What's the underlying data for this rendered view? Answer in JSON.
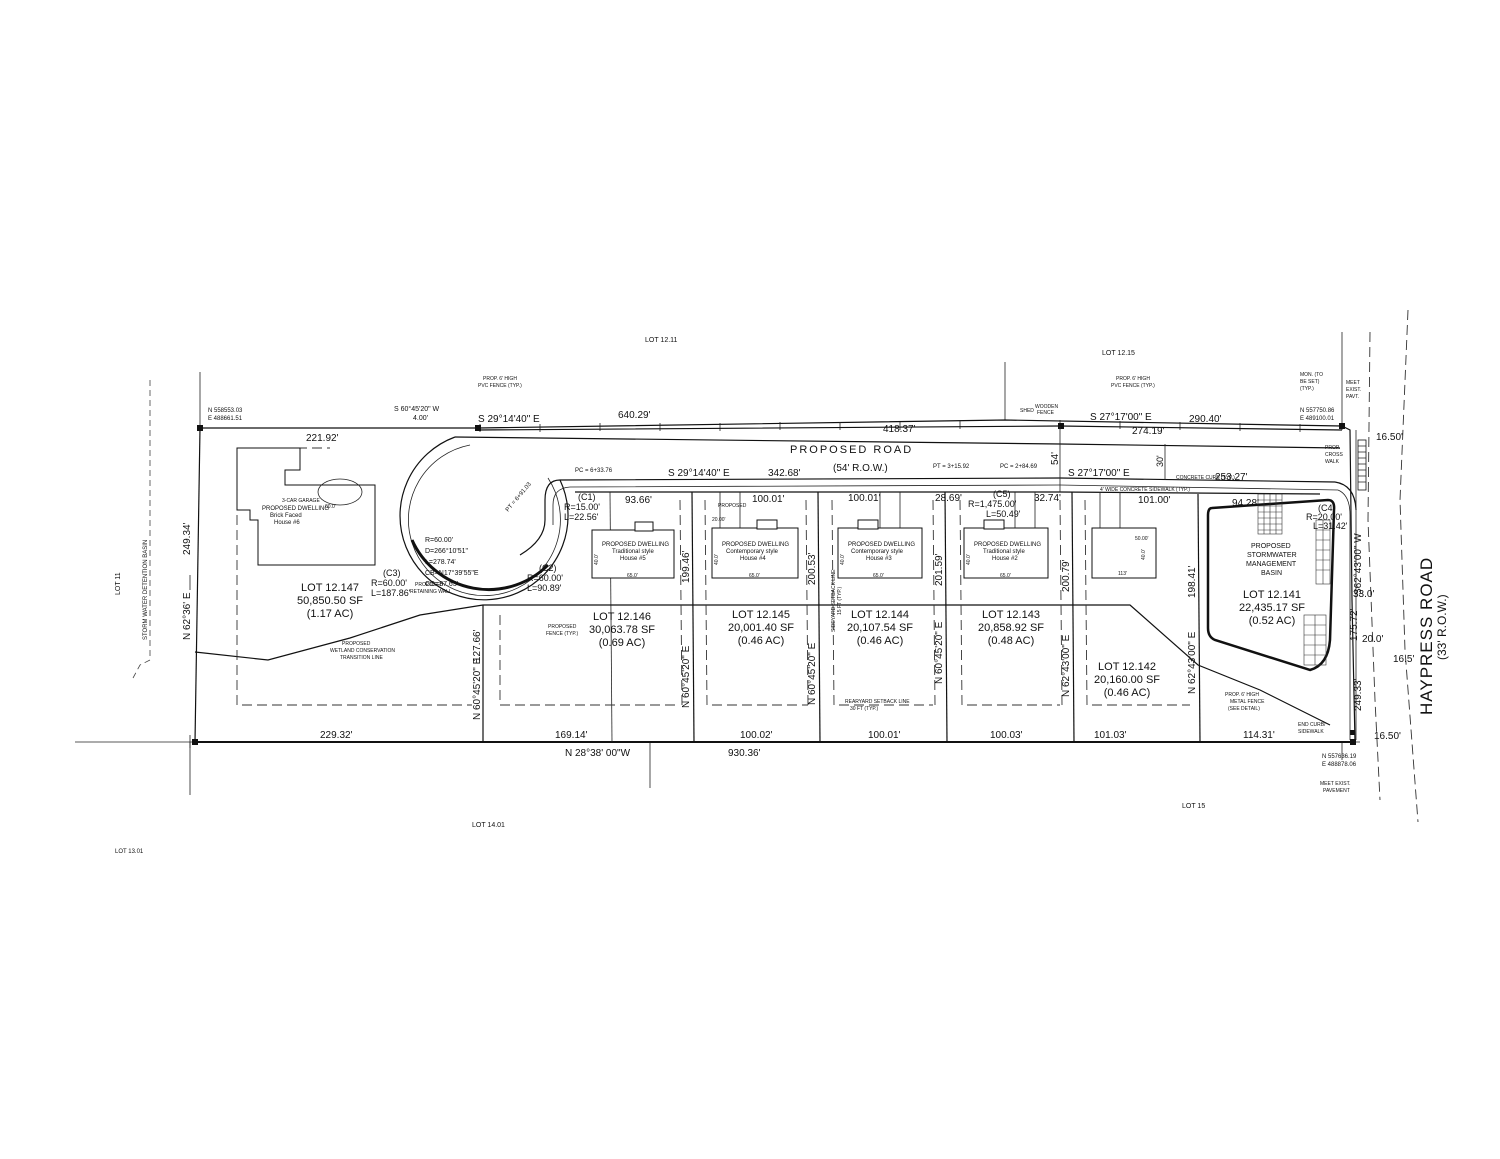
{
  "neighbors": {
    "lot_12_11": "LOT 12.11",
    "lot_12_15": "LOT 12.15",
    "lot_11": "LOT 11",
    "lot_14_01": "LOT 14.01",
    "lot_15": "LOT 15",
    "lot_13_01": "LOT 13.01"
  },
  "labels": {
    "storm_basin": "STORM WATER DETENTION BASIN",
    "proposed_road": "PROPOSED ROAD",
    "road_row": "(54' R.O.W.)",
    "haypress_road": "HAYPRESS ROAD",
    "haypress_row": "(33' R.O.W.)",
    "pvc_fence_1": "PROP. 6' HIGH",
    "pvc_fence_2": "PVC FENCE (TYP.)",
    "pvc_fence_b1": "PROP. 6' HIGH",
    "pvc_fence_b2": "PVC FENCE (TYP.)",
    "wooden_fence_1": "WOODEN",
    "wooden_fence_2": "FENCE",
    "sheds": "SHED",
    "mon_1": "MON. (TO",
    "mon_2": "BE SET)",
    "mon_3": "(TYP.)",
    "meet_1": "MEET",
    "meet_2": "EXIST.",
    "meet_3": "PAVT.",
    "prop_cross_1": "PROP.",
    "prop_cross_2": "CROSS",
    "prop_cross_3": "WALK",
    "retaining_1": "PROPOSED",
    "retaining_2": "RETAINING WALL",
    "wetland_1": "PROPOSED",
    "wetland_2": "WETLAND CONSERVATION",
    "wetland_3": "TRANSITION LINE",
    "fence_typ_1": "PROPOSED",
    "fence_typ_2": "FENCE (TYP.)",
    "swm_1": "PROPOSED",
    "swm_2": "STORMWATER",
    "swm_3": "MANAGEMENT",
    "swm_4": "BASIN",
    "metal_fence_1": "PROP. 6' HIGH",
    "metal_fence_2": "METAL FENCE",
    "metal_fence_3": "(SEE DETAIL)",
    "end_curb_1": "END CURB/",
    "end_curb_2": "SIDEWALK",
    "meet_pave_1": "MEET EXIST.",
    "meet_pave_2": "PAVEMENT",
    "sideyard_1": "SIDEYARD SETBACK LINE",
    "sideyard_2": "15 FT (TYP.)",
    "rearyard_1": "REARYARD SETBACK LINE",
    "rearyard_2": "30 FT (TYP.)",
    "concrete_curb": "CONCRETE CURB (TYP.)",
    "sidewalk": "4' WIDE CONCRETE SIDEWALK (TYP.)",
    "pc_1": "PC = 6+33.76",
    "pt_1": "PT = 3+15.92",
    "pc_2": "PC = 2+84.69",
    "pt_2": "PT = 6+91.03",
    "proposed_small": "PROPOSED",
    "three_car": "3-CAR GARAGE"
  },
  "coords": {
    "nw_n": "N  558553.03",
    "nw_e": "E  488661.51",
    "ne_n": "N  557750.86",
    "ne_e": "E  489100.01",
    "se_n": "N  557636.19",
    "se_e": "E  488878.06"
  },
  "bearings": {
    "b1_a": "S 60°45'20\" W",
    "b1_b": "4.00'",
    "north_1": "S 29°14'40\" E",
    "north_1_len": "640.29'",
    "north_2": "S 27°17'00\" E",
    "north_2_len": "290.40'",
    "road_1": "S 29°14'40\" E",
    "road_1_len": "342.68'",
    "road_2": "S 27°17'00\" E",
    "road_2_len": "253.27'",
    "south": "N 28°38' 00\"W",
    "south_len": "930.36'",
    "west": "N 62°36' E",
    "west_len": "249.34'",
    "east": "S62°43'00\" W",
    "east_len": "249.33'",
    "lot_line_1": "N 60°45'20\" E",
    "lot_line_2": "N 60°45'20\" E",
    "lot_line_3": "N 60°45'20\" E",
    "lot_line_4": "N 60°45'20\" E",
    "lot_line_5": "N 62°43'00\" E",
    "lot_line_6": "N 62°43'00\" E"
  },
  "dims": {
    "d221": "221.92'",
    "d418": "418.37'",
    "d274": "274.19'",
    "d16a": "16.50'",
    "d54": "54'",
    "d30": "30'",
    "d93": "93.66'",
    "d100a": "100.01'",
    "d100b": "100.01'",
    "d28": "28.69'",
    "d32": "32.74'",
    "d101a": "101.00'",
    "d94": "94.28'",
    "d199": "199.46'",
    "d200a": "200.53'",
    "d201": "201.59'",
    "d200b": "200.79'",
    "d198": "198.41'",
    "d127": "127.66'",
    "d33": "33.0'",
    "d20": "20.0'",
    "d16b": "16.5'",
    "d175": "175.72'",
    "d229": "229.32'",
    "d169": "169.14'",
    "d100c": "100.02'",
    "d100d": "100.01'",
    "d100e": "100.03'",
    "d101b": "101.03'",
    "d114": "114.31'",
    "d16c": "16.50'",
    "d50": "50.00'",
    "d65a": "65.0'",
    "d65b": "65.0'",
    "d65c": "65.0'",
    "d65d": "65.0'",
    "d40a": "40.0'",
    "d40b": "40.0'",
    "d40c": "40.0'",
    "d40d": "40.0'",
    "d40e": "40.0'",
    "d60a": "60.0'",
    "d113": "113'",
    "d20b": "20.00'"
  },
  "curves": {
    "c_main_r": "R=60.00'",
    "c_main_d": "D=266°10'51\"",
    "c_main_l": "L=278.74'",
    "c_main_cb": "CB=N17°39'55\"E",
    "c_main_cd": "CD=87.63'",
    "c1_name": "(C1)",
    "c1_r": "R=15.00'",
    "c1_l": "L=22.56'",
    "c2_name": "(C2)",
    "c2_r": "R=60.00'",
    "c2_l": "L=90.89'",
    "c3_name": "(C3)",
    "c3_r": "R=60.00'",
    "c3_l": "L=187.86'",
    "c5_name": "(C5)",
    "c5_r": "R=1,475.00'",
    "c5_l": "L=50.49'",
    "c4_name": "(C4)",
    "c4_r": "R=20.00'",
    "c4_l": "L=31.42'"
  },
  "lots": [
    {
      "id": "LOT 12.147",
      "area": "50,850.50 SF",
      "ac": "(1.17 AC)"
    },
    {
      "id": "LOT 12.146",
      "area": "30,063.78 SF",
      "ac": "(0.69 AC)"
    },
    {
      "id": "LOT 12.145",
      "area": "20,001.40 SF",
      "ac": "(0.46 AC)"
    },
    {
      "id": "LOT 12.144",
      "area": "20,107.54 SF",
      "ac": "(0.46 AC)"
    },
    {
      "id": "LOT 12.143",
      "area": "20,858.92 SF",
      "ac": "(0.48 AC)"
    },
    {
      "id": "LOT 12.142",
      "area": "20,160.00 SF",
      "ac": "(0.46 AC)"
    },
    {
      "id": "LOT 12.141",
      "area": "22,435.17 SF",
      "ac": "(0.52 AC)"
    }
  ],
  "houses": [
    {
      "l1": "PROPOSED DWELLING",
      "l2": "Brick Faced",
      "l3": "House #6"
    },
    {
      "l1": "PROPOSED DWELLING",
      "l2": "Traditional style",
      "l3": "House #5"
    },
    {
      "l1": "PROPOSED DWELLING",
      "l2": "Contemporary style",
      "l3": "House #4"
    },
    {
      "l1": "PROPOSED DWELLING",
      "l2": "Contemporary style",
      "l3": "House #3"
    },
    {
      "l1": "PROPOSED DWELLING",
      "l2": "Traditional style",
      "l3": "House #2"
    }
  ]
}
